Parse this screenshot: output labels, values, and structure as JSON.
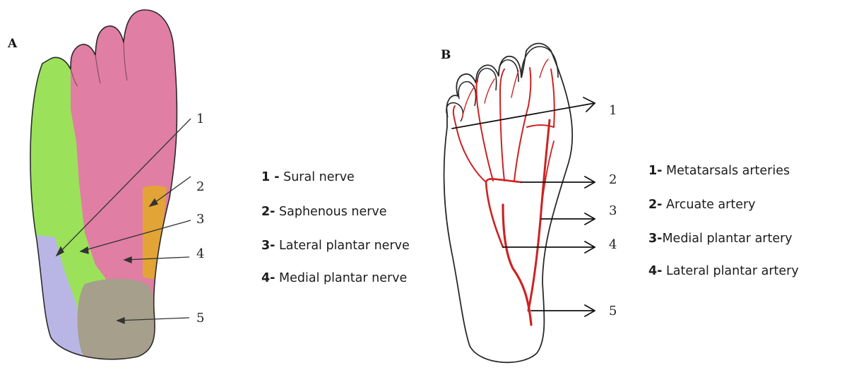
{
  "panel_a": {
    "letter": "A",
    "markers": [
      "1",
      "2",
      "3",
      "4",
      "5"
    ],
    "legend": [
      {
        "num": "1 -",
        "text": " Sural nerve"
      },
      {
        "num": "2-",
        "text": " Saphenous nerve"
      },
      {
        "num": "3-",
        "text": " Lateral plantar nerve"
      },
      {
        "num": "4-",
        "text": " Medial plantar nerve"
      }
    ]
  },
  "panel_b": {
    "letter": "B",
    "markers": [
      "1",
      "2",
      "3",
      "4",
      "5"
    ],
    "legend": [
      {
        "num": "1-",
        "text": " Metatarsals arteries"
      },
      {
        "num": "2-",
        "text": " Arcuate artery"
      },
      {
        "num": "3-",
        "text": "Medial plantar artery"
      },
      {
        "num": "4-",
        "text": " Lateral plantar artery"
      }
    ]
  },
  "colors": {
    "sural": "#b9b6e6",
    "saphenous": "#e2a437",
    "lateral_plantar": "#9be25a",
    "medial_plantar": "#e07ea3",
    "heel": "#a59f8b",
    "artery": "#cc2323",
    "outline": "#2a2a2a"
  }
}
